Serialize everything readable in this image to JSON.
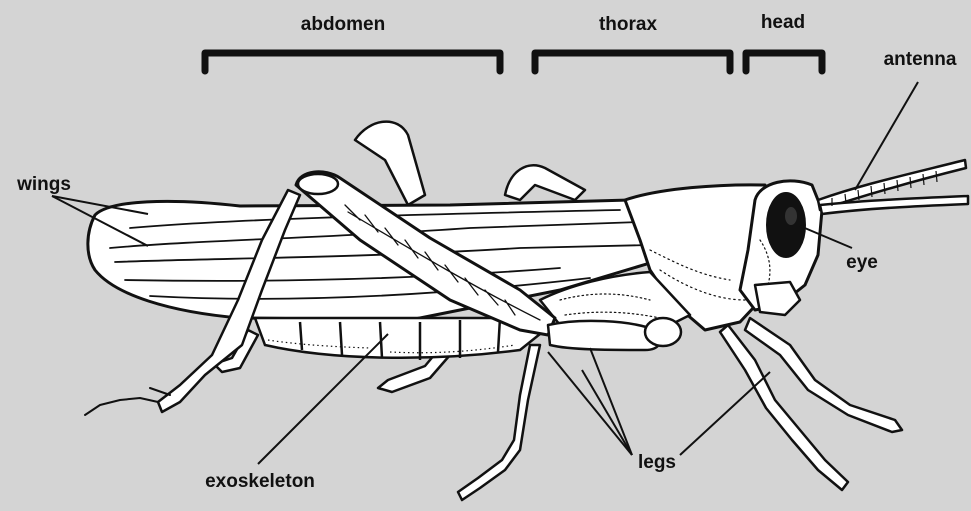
{
  "colors": {
    "background": "#d4d4d4",
    "ink": "#111111",
    "body": "#ffffff"
  },
  "regions": {
    "abdomen": "abdomen",
    "thorax": "thorax",
    "head": "head"
  },
  "labels": {
    "antenna": "antenna",
    "wings": "wings",
    "eye": "eye",
    "exoskeleton": "exoskeleton",
    "legs": "legs"
  }
}
